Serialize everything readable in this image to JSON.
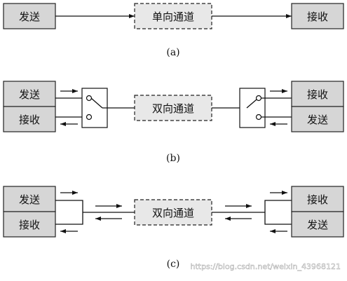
{
  "labels": {
    "send": "发送",
    "receive": "接收",
    "simplex_channel": "单向通道",
    "duplex_channel": "双向通道"
  },
  "captions": {
    "a": "(a)",
    "b": "(b)",
    "c": "(c)"
  },
  "watermark": "https://blog.csdn.net/weixin_43968121"
}
